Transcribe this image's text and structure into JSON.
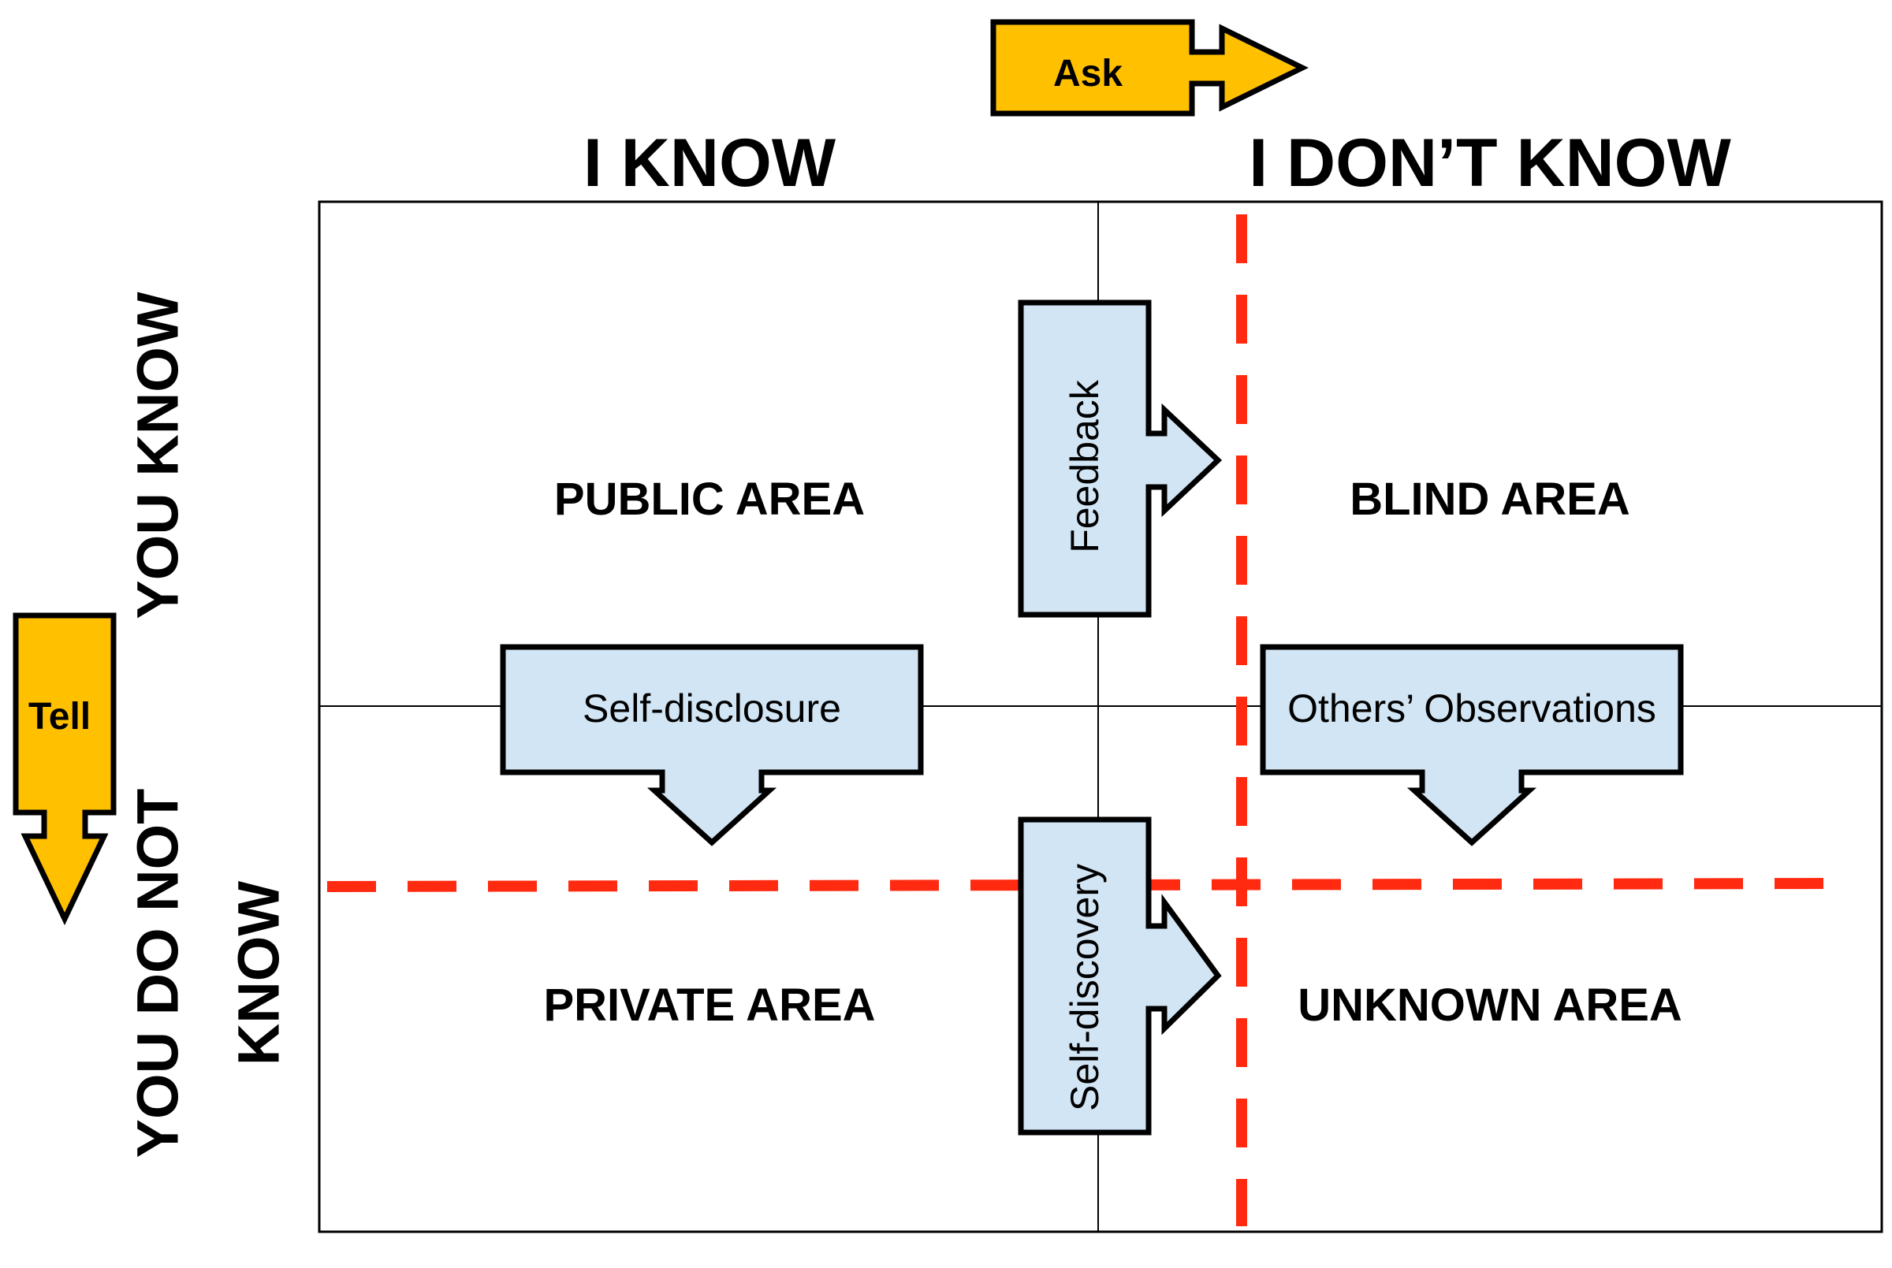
{
  "columns": {
    "left": "I KNOW",
    "right": "I DON’T KNOW"
  },
  "rows": {
    "top": "YOU KNOW",
    "bottom_line1": "YOU DO NOT",
    "bottom_line2": "KNOW"
  },
  "areas": {
    "public": "PUBLIC AREA",
    "blind": "BLIND AREA",
    "private": "PRIVATE AREA",
    "unknown": "UNKNOWN AREA"
  },
  "arrows": {
    "ask": "Ask",
    "tell": "Tell",
    "feedback": "Feedback",
    "self_disclosure": "Self-disclosure",
    "others_observations": "Others’ Observations",
    "self_discovery": "Self-discovery"
  },
  "colors": {
    "gold": "#FFC000",
    "light_blue": "#D2E5F4",
    "red_dash": "#FF2A10",
    "outline": "#000000"
  }
}
